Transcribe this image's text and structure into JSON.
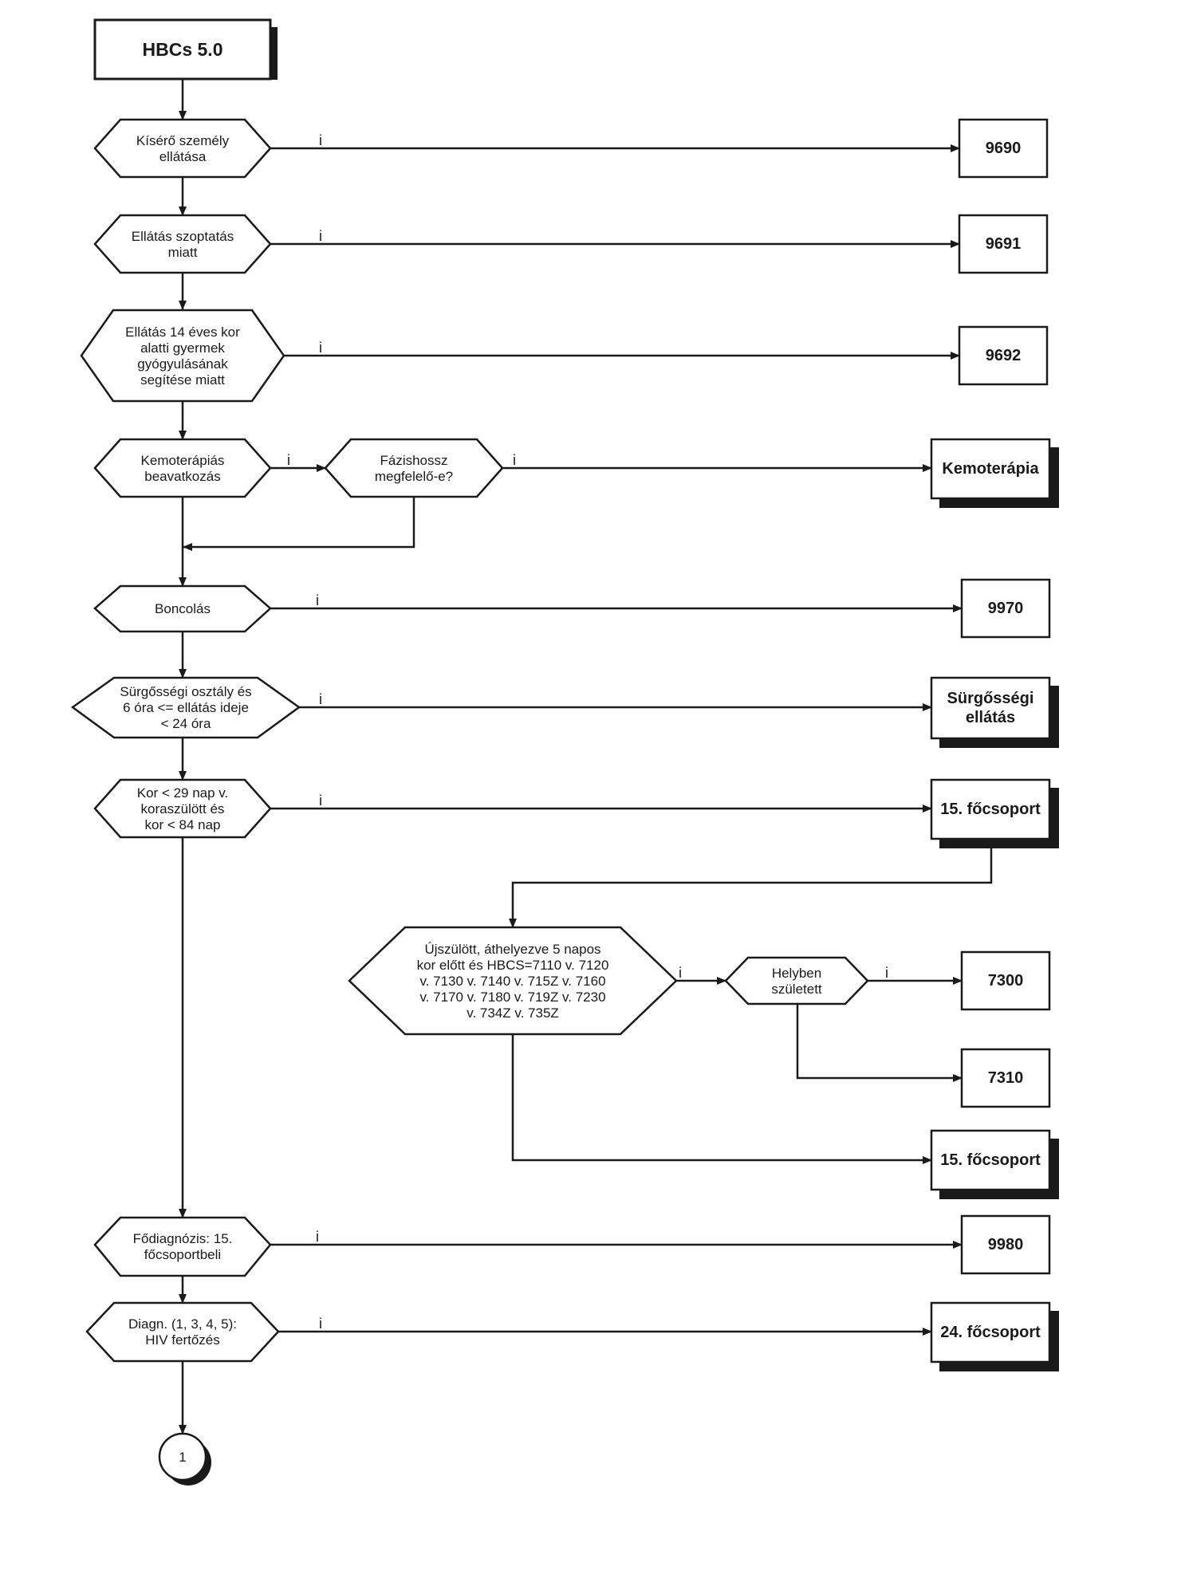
{
  "colors": {
    "line": "#1a1a1a",
    "shadow": "#1a1a1a",
    "fill": "#ffffff"
  },
  "start": {
    "label": "HBCs 5.0"
  },
  "yes_label": "i",
  "decisions": {
    "kisero": [
      "Kísérő személy",
      "ellátása"
    ],
    "szoptatas": [
      "Ellátás szoptatás",
      "miatt"
    ],
    "gyermek": [
      "Ellátás 14 éves kor",
      "alatti gyermek",
      "gyógyulásának",
      "segítése miatt"
    ],
    "kemo": [
      "Kemoterápiás",
      "beavatkozás"
    ],
    "fazis": [
      "Fázishossz",
      "megfelelő-e?"
    ],
    "boncolas": [
      "Boncolás"
    ],
    "surgossegi": [
      "Sürgősségi osztály és",
      "6 óra <= ellátás ideje",
      "< 24 óra"
    ],
    "kor": [
      "Kor < 29 nap v.",
      "koraszülött és",
      "kor < 84 nap"
    ],
    "ujszulott": [
      "Újszülött, áthelyezve 5 napos",
      "kor előtt és HBCS=7110 v. 7120",
      "v. 7130 v. 7140 v. 715Z v. 7160",
      "v. 7170 v. 7180 v. 719Z v. 7230",
      "v. 734Z v. 735Z"
    ],
    "helyben": [
      "Helyben",
      "született"
    ],
    "fodiag": [
      "Fődiagnózis: 15.",
      "főcsoportbeli"
    ],
    "hiv": [
      "Diagn. (1, 3, 4, 5):",
      "HIV fertőzés"
    ]
  },
  "outcomes": {
    "o9690": [
      "9690"
    ],
    "o9691": [
      "9691"
    ],
    "o9692": [
      "9692"
    ],
    "kemoterapia": [
      "Kemoterápia"
    ],
    "o9970": [
      "9970"
    ],
    "surgossegi_ellatas": [
      "Sürgősségi",
      "ellátás"
    ],
    "focs15a": [
      "15. főcsoport"
    ],
    "o7300": [
      "7300"
    ],
    "o7310": [
      "7310"
    ],
    "focs15b": [
      "15. főcsoport"
    ],
    "o9980": [
      "9980"
    ],
    "focs24": [
      "24. főcsoport"
    ]
  },
  "connector": {
    "label": "1"
  }
}
